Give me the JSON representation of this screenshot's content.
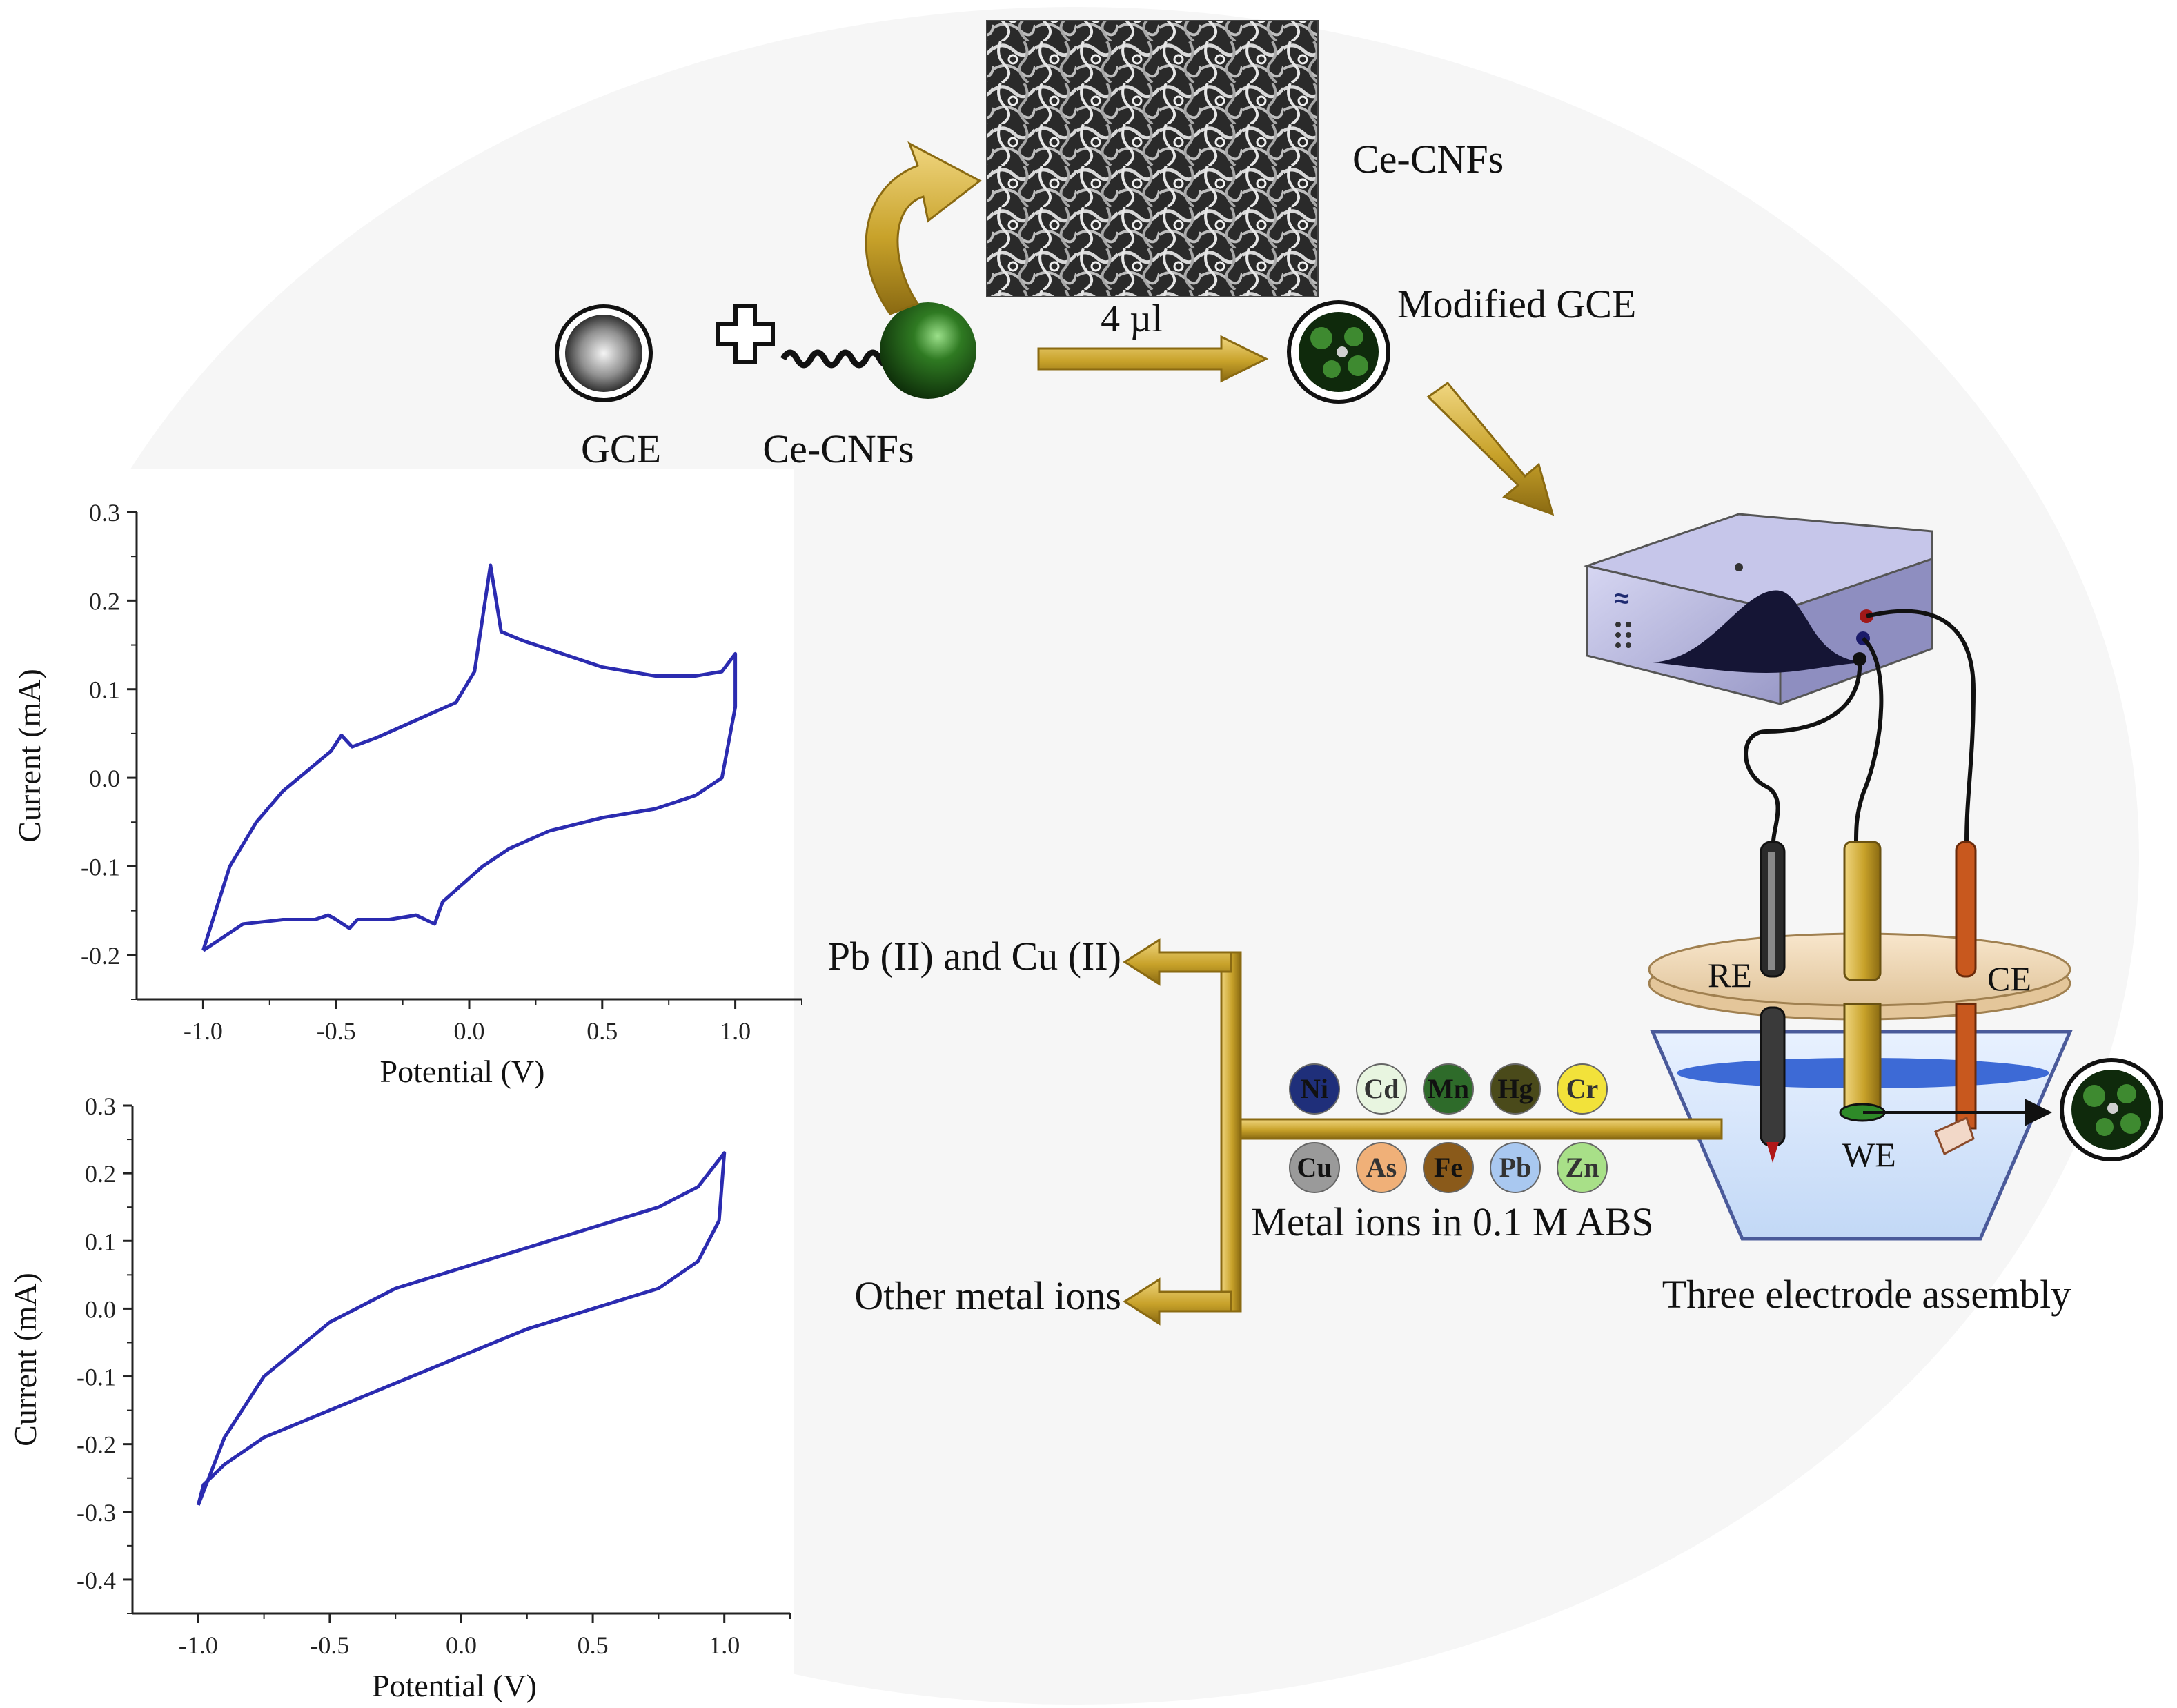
{
  "labels": {
    "gce": "GCE",
    "ce_cnfs": "Ce-CNFs",
    "ce_cnfs_sem": "Ce-CNFs",
    "volume": "4 µl",
    "modified_gce": "Modified GCE",
    "re": "RE",
    "ce": "CE",
    "we": "WE",
    "three_electrode": "Three electrode assembly",
    "metal_ions": "Metal ions in 0.1 M ABS",
    "pb_cu": "Pb (II) and Cu (II)",
    "other_ions": "Other metal ions"
  },
  "ions": [
    {
      "symbol": "Ni",
      "color": "#1f2f7a"
    },
    {
      "symbol": "Cd",
      "color": "#e8f5e0"
    },
    {
      "symbol": "Mn",
      "color": "#2e6b2a"
    },
    {
      "symbol": "Hg",
      "color": "#4a4a1a"
    },
    {
      "symbol": "Cr",
      "color": "#f2e23a"
    },
    {
      "symbol": "Cu",
      "color": "#9a9a9a"
    },
    {
      "symbol": "As",
      "color": "#f0b078"
    },
    {
      "symbol": "Fe",
      "color": "#8a5a1a"
    },
    {
      "symbol": "Pb",
      "color": "#a9c8f0"
    },
    {
      "symbol": "Zn",
      "color": "#a8e088"
    }
  ],
  "colors": {
    "arrow_gold": "#c8a22a",
    "cv_curve": "#2b2bb0",
    "sphere_green": "#1e5c14"
  },
  "chart_data": [
    {
      "type": "line",
      "xlabel": "Potential (V)",
      "ylabel": "Current (mA)",
      "xlim": [
        -1.25,
        1.25
      ],
      "ylim": [
        -0.25,
        0.3
      ],
      "xticks": [
        "-1.0",
        "-0.5",
        "0.0",
        "0.5",
        "1.0"
      ],
      "yticks": [
        "0.3",
        "0.2",
        "0.1",
        "0.0",
        "-0.1",
        "-0.2"
      ],
      "series": [
        {
          "x": [
            -1.0,
            -0.9,
            -0.8,
            -0.7,
            -0.6,
            -0.52,
            -0.48,
            -0.44,
            -0.35,
            -0.2,
            -0.05,
            0.02,
            0.06,
            0.08,
            0.12,
            0.2,
            0.35,
            0.5,
            0.7,
            0.85,
            0.95,
            1.0,
            1.0,
            0.95,
            0.85,
            0.7,
            0.5,
            0.3,
            0.15,
            0.05,
            -0.1,
            -0.13,
            -0.2,
            -0.3,
            -0.42,
            -0.45,
            -0.5,
            -0.53,
            -0.58,
            -0.7,
            -0.85,
            -1.0
          ],
          "y": [
            -0.195,
            -0.1,
            -0.05,
            -0.015,
            0.01,
            0.03,
            0.048,
            0.035,
            0.045,
            0.065,
            0.085,
            0.12,
            0.2,
            0.24,
            0.165,
            0.155,
            0.14,
            0.125,
            0.115,
            0.115,
            0.12,
            0.14,
            0.08,
            0.0,
            -0.02,
            -0.035,
            -0.045,
            -0.06,
            -0.08,
            -0.1,
            -0.14,
            -0.165,
            -0.155,
            -0.16,
            -0.16,
            -0.17,
            -0.16,
            -0.155,
            -0.16,
            -0.16,
            -0.165,
            -0.195
          ]
        }
      ]
    },
    {
      "type": "line",
      "xlabel": "Potential (V)",
      "ylabel": "Current (mA)",
      "xlim": [
        -1.25,
        1.25
      ],
      "ylim": [
        -0.45,
        0.3
      ],
      "xticks": [
        "-1.0",
        "-0.5",
        "0.0",
        "0.5",
        "1.0"
      ],
      "yticks": [
        "0.3",
        "0.2",
        "0.1",
        "0.0",
        "-0.1",
        "-0.2",
        "-0.3",
        "-0.4"
      ],
      "series": [
        {
          "x": [
            -1.0,
            -0.9,
            -0.75,
            -0.5,
            -0.25,
            0.0,
            0.25,
            0.5,
            0.75,
            0.9,
            1.0,
            0.98,
            0.9,
            0.75,
            0.5,
            0.25,
            0.0,
            -0.25,
            -0.5,
            -0.75,
            -0.9,
            -0.98,
            -1.0
          ],
          "y": [
            -0.29,
            -0.19,
            -0.1,
            -0.02,
            0.03,
            0.06,
            0.09,
            0.12,
            0.15,
            0.18,
            0.23,
            0.13,
            0.07,
            0.03,
            0.0,
            -0.03,
            -0.07,
            -0.11,
            -0.15,
            -0.19,
            -0.23,
            -0.26,
            -0.29
          ]
        }
      ]
    }
  ]
}
